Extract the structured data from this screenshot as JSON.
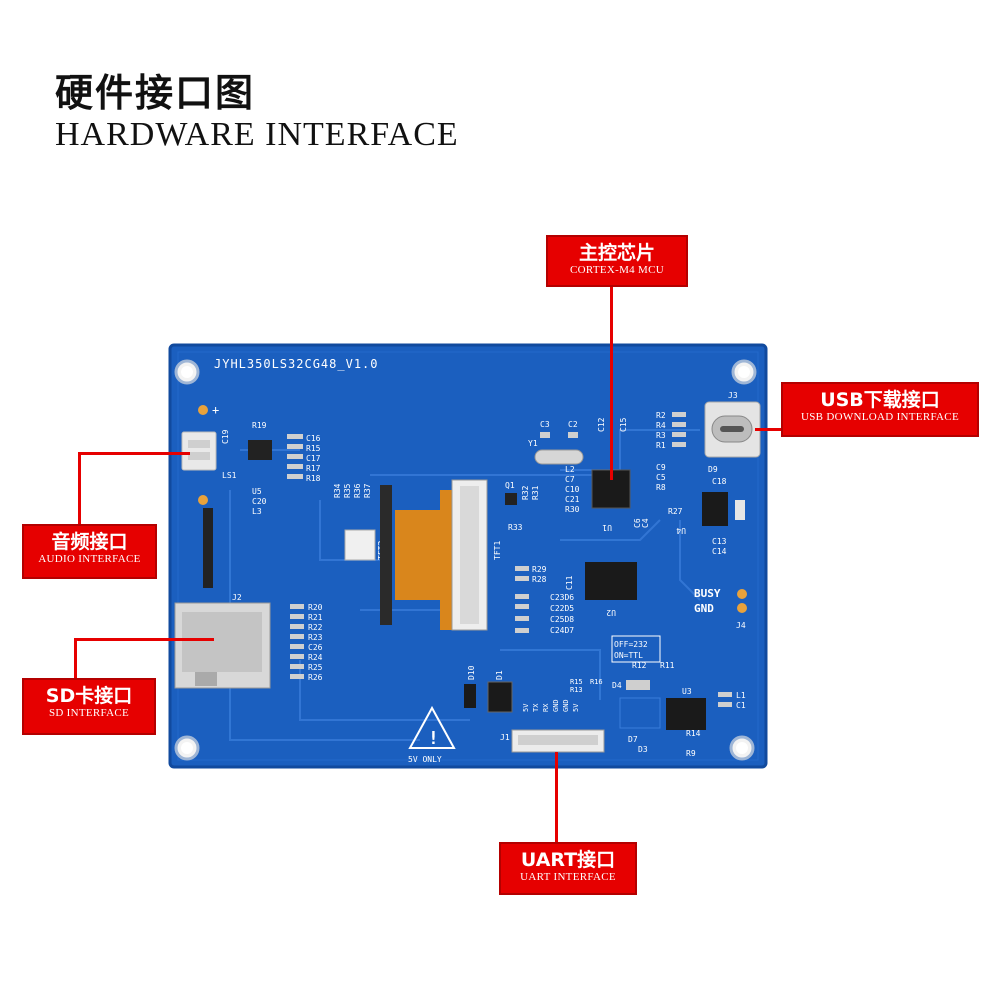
{
  "header": {
    "title_cn": "硬件接口图",
    "title_en": "HARDWARE INTERFACE"
  },
  "board": {
    "model": "JYHL350LS32CG48_V1.0",
    "colors": {
      "pcb": "#1b5fbf",
      "pcb_edge": "#114a9e",
      "fpc": "#d9861c",
      "callout": "#e60000"
    },
    "silkscreen": {
      "plus": "+",
      "c19": "C19",
      "r19": "R19",
      "ls1": "LS1",
      "u5": "U5",
      "c20": "C20",
      "l3": "L3",
      "c16": "C16",
      "r15": "R15",
      "c17": "C17",
      "r17": "R17",
      "r18": "R18",
      "r34": "R34",
      "r35": "R35",
      "r36": "R36",
      "r37": "R37",
      "q1": "Q1",
      "r32": "R32",
      "r31": "R31",
      "r33": "R33",
      "c3": "C3",
      "c2": "C2",
      "y1": "Y1",
      "c12": "C12",
      "c15": "C15",
      "l2": "L2",
      "c7": "C7",
      "c10": "C10",
      "c21": "C21",
      "r30": "R30",
      "u1": "U1",
      "c4": "C4",
      "c6": "C6",
      "r2": "R2",
      "r4": "R4",
      "r3": "R3",
      "r1": "R1",
      "j3": "J3",
      "c9": "C9",
      "c5": "C5",
      "r8": "R8",
      "d9": "D9",
      "c18": "C18",
      "r27": "R27",
      "u4": "U4",
      "c13": "C13",
      "c14": "C14",
      "tft2": "TFT2",
      "tft1": "TFT1",
      "r29": "R29",
      "r28": "R28",
      "c11": "C11",
      "c23d6": "C23D6",
      "c22d5": "C22D5",
      "c25d8": "C25D8",
      "c24d7": "C24D7",
      "u2": "U2",
      "busy": "BUSY",
      "gnd": "GND",
      "j4": "J4",
      "j2": "J2",
      "sd_res": [
        "R20",
        "R21",
        "R22",
        "R23",
        "C26",
        "R24",
        "R25",
        "R26"
      ],
      "off232": "OFF=232",
      "onttl": "ON=TTL",
      "r12": "R12",
      "r11": "R11",
      "r15b": "R15",
      "r16": "R16",
      "d4": "D4",
      "r13": "R13",
      "u3": "U3",
      "l1": "L1",
      "c1": "C1",
      "r14": "R14",
      "d7": "D7",
      "d3": "D3",
      "r9": "R9",
      "d10": "D10",
      "d1": "D1",
      "j1": "J1",
      "uart_pins": [
        "5V",
        "TX",
        "RX",
        "GND",
        "GND",
        "5V"
      ],
      "warning": "5V ONLY",
      "warning_glyph": "!"
    }
  },
  "callouts": {
    "mcu": {
      "cn": "主控芯片",
      "en": "CORTEX-M4 MCU"
    },
    "usb": {
      "cn": "USB下载接口",
      "en": "USB DOWNLOAD INTERFACE"
    },
    "audio": {
      "cn": "音频接口",
      "en": "AUDIO INTERFACE"
    },
    "sd": {
      "cn": "SD卡接口",
      "en": "SD INTERFACE"
    },
    "uart": {
      "cn": "UART接口",
      "en": "UART INTERFACE"
    }
  }
}
